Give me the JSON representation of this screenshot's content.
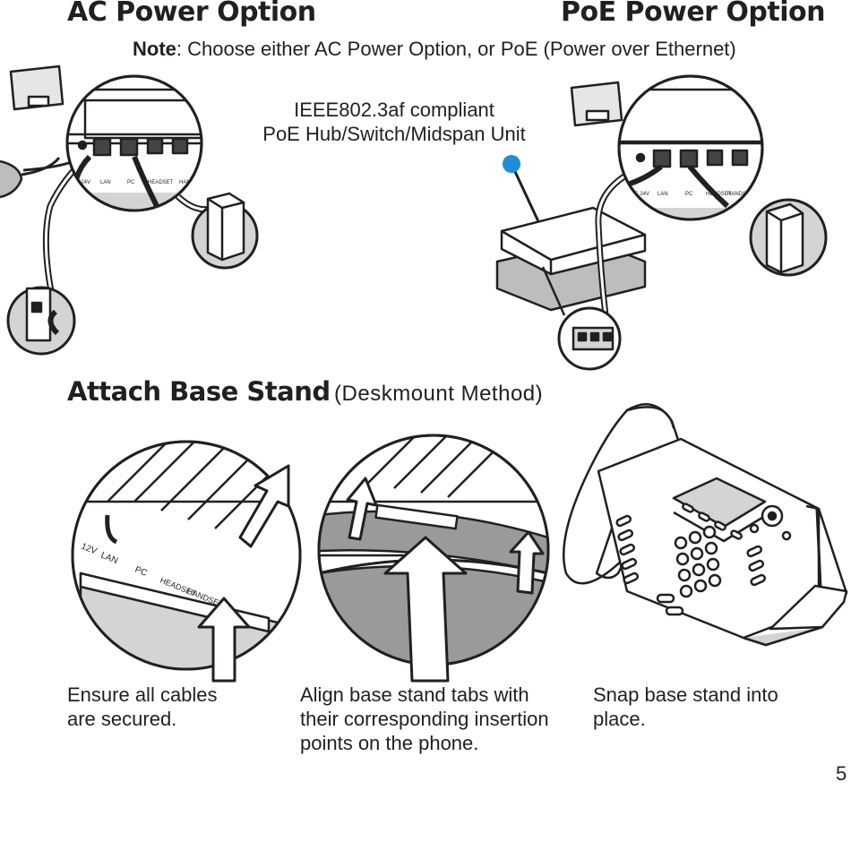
{
  "headings": {
    "ac_power": "AC Power Option",
    "poe_power": "PoE Power Option",
    "attach_bold": "Attach Base Stand",
    "attach_light": "(Deskmount Method)"
  },
  "note": {
    "label": "Note",
    "text": ": Choose either AC Power Option, or PoE (Power over Ethernet)"
  },
  "poe_unit": {
    "line1": "IEEE802.3af compliant",
    "line2": "PoE Hub/Switch/Midspan Unit"
  },
  "port_labels": {
    "dc": "DC 24V",
    "lan": "LAN",
    "pc": "PC",
    "headset": "HEADSET",
    "handset": "HANDSET",
    "dc12": "12V"
  },
  "captions": {
    "step1": [
      "Ensure all cables",
      "are secured."
    ],
    "step2": [
      "Align base stand tabs with",
      "their corresponding insertion",
      "points on the phone."
    ],
    "step3": [
      "Snap base stand into",
      "place."
    ]
  },
  "page_number": "5",
  "colors": {
    "text": "#231f20",
    "pointer_dot": "#1e8ed8",
    "shadow_gray": "#d4d4d4"
  }
}
